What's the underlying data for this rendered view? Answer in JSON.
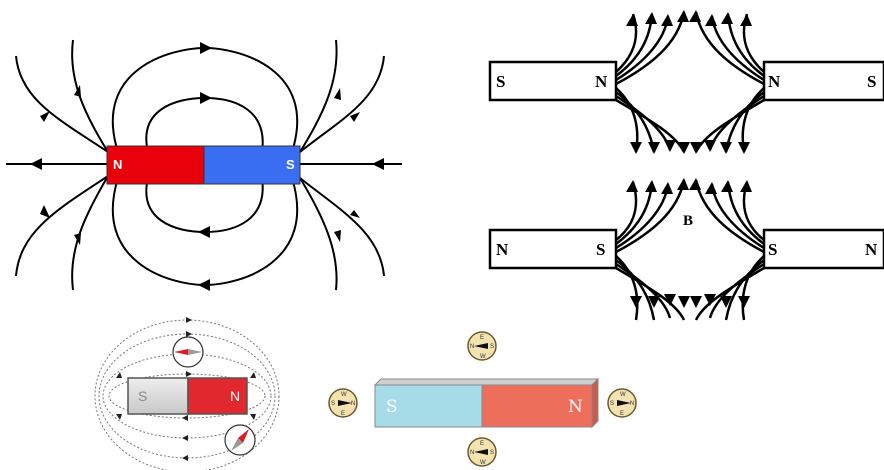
{
  "colors": {
    "north_red": "#e8000b",
    "south_blue": "#3a6ef2",
    "bar_grey": "#d8d8d8",
    "bar_red": "#e0282e",
    "block_blue": "#a6dbe8",
    "block_red": "#ee6e5c",
    "compass_fill": "#f3e3b0"
  },
  "panel_field_lines": {
    "north_label": "N",
    "south_label": "S"
  },
  "panel_repel_top": {
    "left_magnet": {
      "left_label": "S",
      "right_label": "N"
    },
    "right_magnet": {
      "left_label": "N",
      "right_label": "S"
    }
  },
  "panel_repel_bottom": {
    "field_label": "B",
    "left_magnet": {
      "left_label": "N",
      "right_label": "S"
    },
    "right_magnet": {
      "left_label": "S",
      "right_label": "N"
    }
  },
  "panel_compass_bar": {
    "left_label": "S",
    "right_label": "N"
  },
  "panel_compass_block": {
    "left_label": "S",
    "right_label": "N",
    "compass_letters": {
      "n": "N",
      "e": "E",
      "s": "S",
      "w": "W"
    }
  }
}
